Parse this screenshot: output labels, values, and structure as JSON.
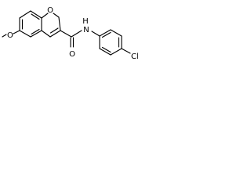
{
  "molecule": {
    "atoms": {
      "methoxy_o": "O",
      "ring_o": "O",
      "carbonyl_o": "O",
      "amide_n": "N",
      "amide_h": "H",
      "chlorine": "Cl"
    }
  },
  "colors": {
    "bond": "#000000",
    "label": "#000000",
    "background": "#ffffff"
  }
}
